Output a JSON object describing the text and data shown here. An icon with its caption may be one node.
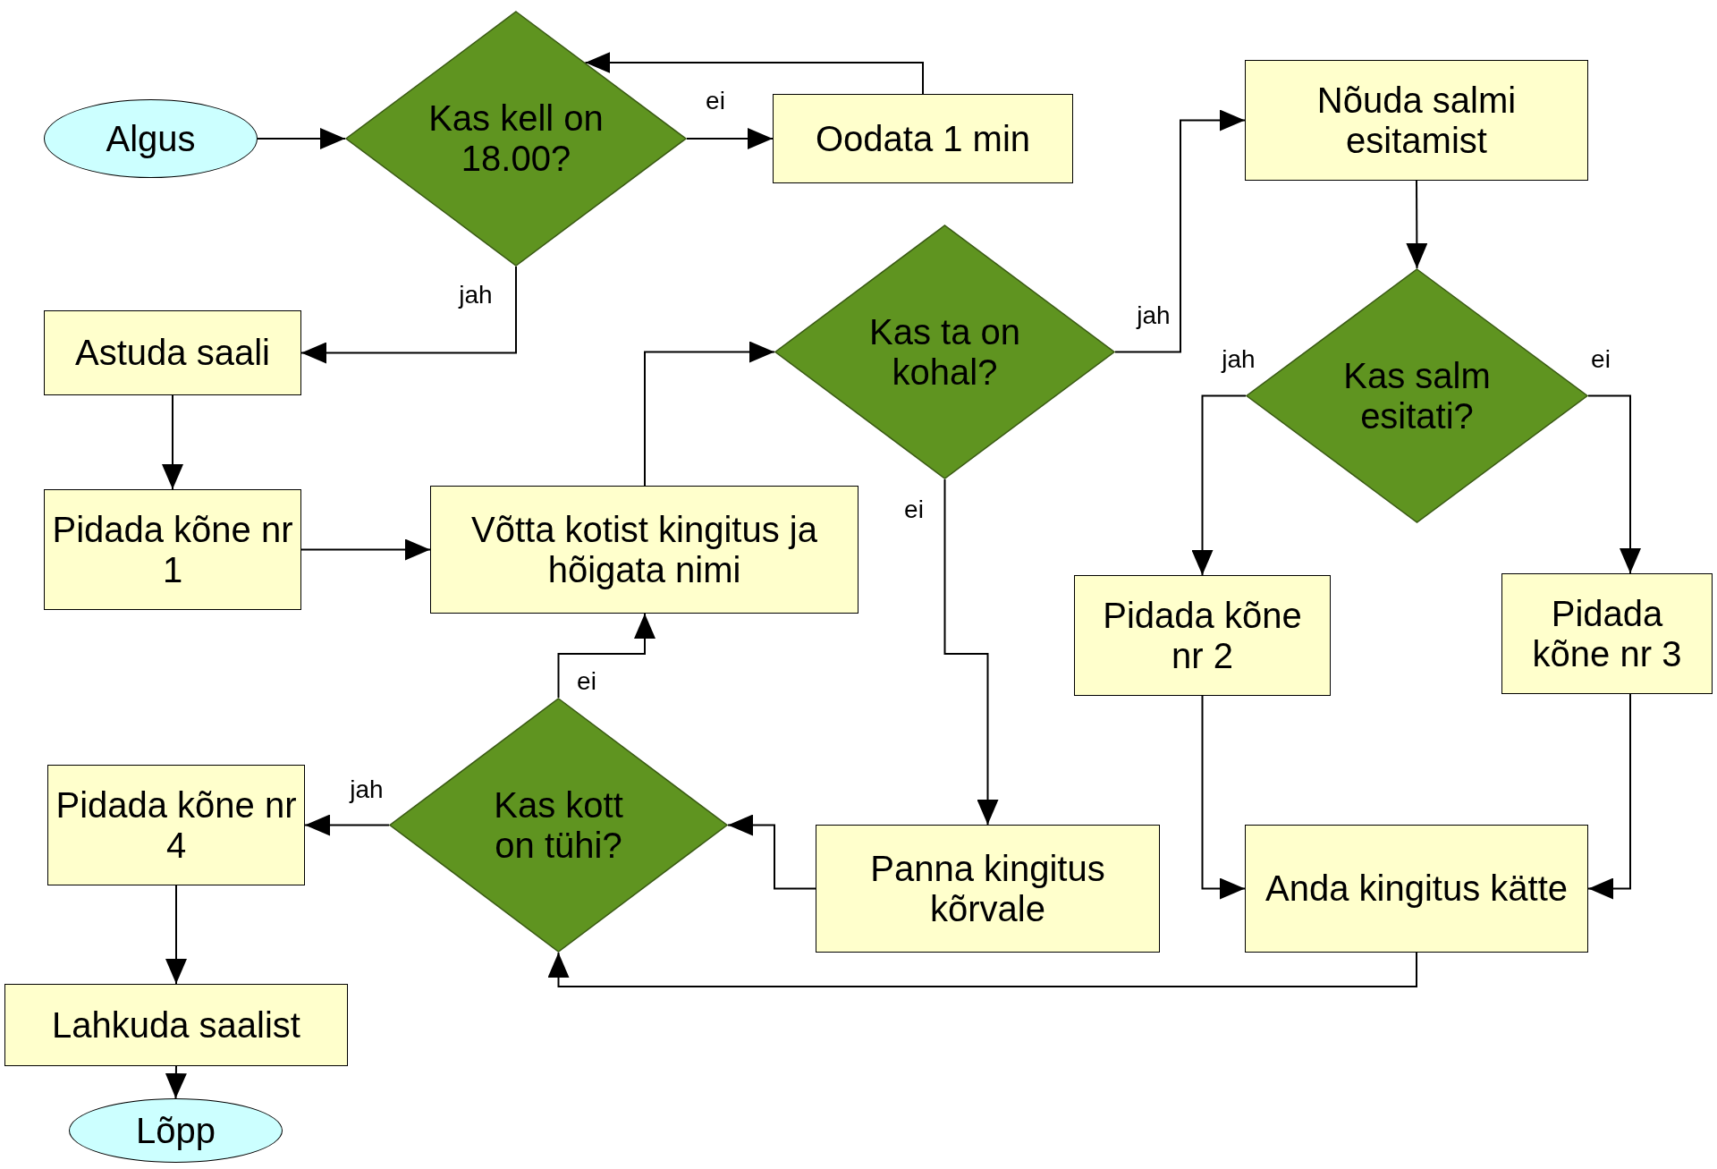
{
  "diagram": {
    "nodes": [
      {
        "text": [
          "Algus"
        ]
      },
      {
        "text": [
          "Kas kell on 18.00?"
        ]
      },
      {
        "text": [
          "Oodata 1 min"
        ]
      },
      {
        "text": [
          "Nõuda salmi esitamist"
        ]
      },
      {
        "text": [
          "Astuda saali"
        ]
      },
      {
        "text": [
          "Kas ta on kohal?"
        ]
      },
      {
        "text": [
          "Kas salm esitati?"
        ]
      },
      {
        "text": [
          "Pidada kõne nr 1"
        ]
      },
      {
        "text": [
          "Võtta kotist kingitus ja hõigata nimi"
        ]
      },
      {
        "text": [
          "Pidada kõne nr 2"
        ]
      },
      {
        "text": [
          "Pidada kõne nr 3"
        ]
      },
      {
        "text": [
          "Pidada kõne nr 4"
        ]
      },
      {
        "text": [
          "Kas kott on tühi?"
        ]
      },
      {
        "text": [
          "Panna kingitus kõrvale"
        ]
      },
      {
        "text": [
          "Anda kingitus kätte"
        ]
      },
      {
        "text": [
          "Lahkuda saalist"
        ]
      },
      {
        "text": [
          "Lõpp"
        ]
      }
    ],
    "edges": [
      {
        "from": 0,
        "to": 1,
        "arrow": "to"
      },
      {
        "from": 1,
        "to": 2,
        "arrow": "to",
        "label": "ei"
      },
      {
        "from": 2,
        "to": 1,
        "arrow": "to"
      },
      {
        "from": 1,
        "to": 4,
        "arrow": "to",
        "label": "jah"
      },
      {
        "from": 4,
        "to": 7,
        "arrow": "to"
      },
      {
        "from": 7,
        "to": 8,
        "arrow": "to"
      },
      {
        "from": 8,
        "to": 5,
        "arrow": "to"
      },
      {
        "from": 5,
        "to": 3,
        "arrow": "to",
        "label": "jah"
      },
      {
        "from": 5,
        "to": 13,
        "arrow": "to",
        "label": "ei"
      },
      {
        "from": 3,
        "to": 6,
        "arrow": "to"
      },
      {
        "from": 6,
        "to": 9,
        "arrow": "to",
        "label": "jah"
      },
      {
        "from": 6,
        "to": 10,
        "arrow": "to",
        "label": "ei"
      },
      {
        "from": 9,
        "to": 14,
        "arrow": "to"
      },
      {
        "from": 10,
        "to": 14,
        "arrow": "to"
      },
      {
        "from": 14,
        "to": 12,
        "arrow": "to"
      },
      {
        "from": 13,
        "to": 12,
        "arrow": "to"
      },
      {
        "from": 12,
        "to": 8,
        "arrow": "to",
        "label": "ei"
      },
      {
        "from": 12,
        "to": 11,
        "arrow": "to",
        "label": "jah"
      },
      {
        "from": 11,
        "to": 15,
        "arrow": "to"
      },
      {
        "from": 15,
        "to": 16,
        "arrow": "to"
      }
    ]
  }
}
